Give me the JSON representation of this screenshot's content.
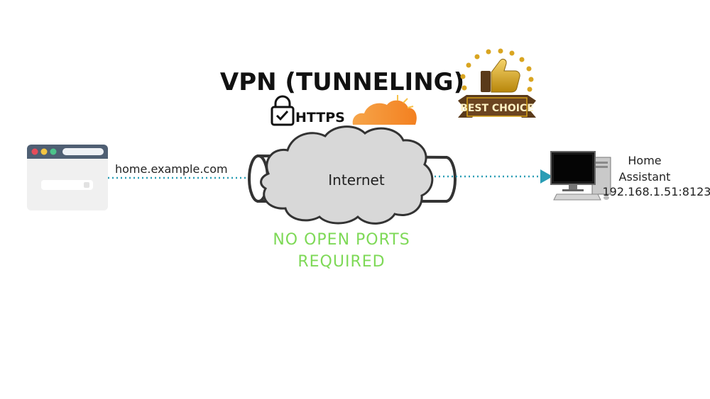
{
  "title": "VPN (TUNNELING)",
  "https_label": "HTTPS",
  "badge_label": "BEST CHOICE",
  "cloud_label": "Internet",
  "url_label": "home.example.com",
  "ha_line1": "Home",
  "ha_line2": "Assistant",
  "ha_line3": "192.168.1.51:8123",
  "ports_line1": "NO OPEN PORTS",
  "ports_line2": "REQUIRED",
  "colors": {
    "arrow": "#2a9db5",
    "ports_text": "#7ed957",
    "cloudflare_orange": "#f38020",
    "badge_gold": "#d4a017",
    "badge_brown": "#5a3a1a"
  },
  "icons": [
    "browser-window-icon",
    "lock-icon",
    "cloudflare-logo",
    "best-choice-badge",
    "desktop-computer-icon"
  ]
}
